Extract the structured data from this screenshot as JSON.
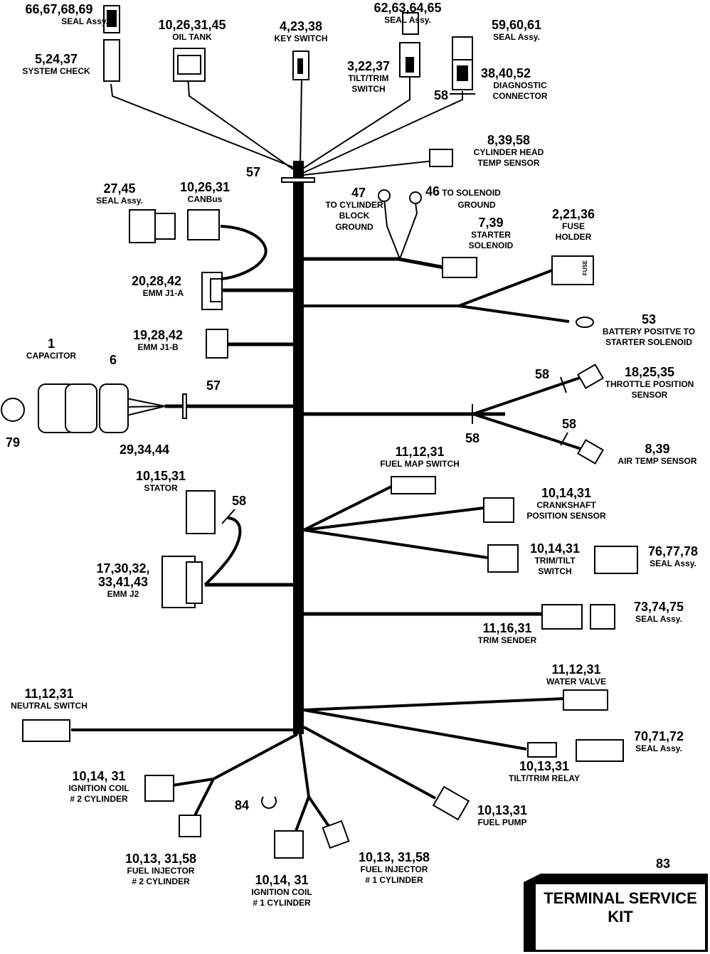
{
  "labels": {
    "seal_66": {
      "num": "66,67,68,69",
      "desc": "SEAL Assy."
    },
    "oil_tank": {
      "num": "10,26,31,45",
      "desc": "OIL TANK"
    },
    "key_switch": {
      "num": "4,23,38",
      "desc": "KEY SWITCH"
    },
    "seal_62": {
      "num": "62,63,64,65",
      "desc": "SEAL Assy."
    },
    "seal_59": {
      "num": "59,60,61",
      "desc": "SEAL Assy."
    },
    "system_check": {
      "num": "5,24,37",
      "desc": "SYSTEM CHECK"
    },
    "tilt_trim_switch_top": {
      "num": "3,22,37",
      "desc": "TILT/TRIM",
      "desc2": "SWITCH"
    },
    "diagnostic": {
      "num": "38,40,52",
      "desc": "DIAGNOSTIC",
      "desc2": "CONNECTOR"
    },
    "diag_58": "58",
    "cyl_head": {
      "num": "8,39,58",
      "desc": "CYLINDER HEAD",
      "desc2": "TEMP SENSOR"
    },
    "clip_57_top": "57",
    "cyl_block_ground": {
      "num": "47",
      "desc": "TO CYLINDER",
      "desc2": "BLOCK",
      "desc3": "GROUND"
    },
    "solenoid_ground": {
      "num": "46",
      "desc": "TO SOLENOID",
      "desc2": "GROUND"
    },
    "seal_27": {
      "num": "27,45",
      "desc": "SEAL Assy."
    },
    "canbus": {
      "num": "10,26,31",
      "desc": "CANBus"
    },
    "starter_solenoid": {
      "num": "7,39",
      "desc": "STARTER",
      "desc2": "SOLENOID"
    },
    "fuse_holder": {
      "num": "2,21,36",
      "desc": "FUSE",
      "desc2": "HOLDER"
    },
    "fuse_text": "FUSE",
    "emm_j1a": {
      "num": "20,28,42",
      "desc": "EMM J1-A"
    },
    "battery": {
      "num": "53",
      "desc": "BATTERY POSITVE TO",
      "desc2": "STARTER SOLENOID"
    },
    "emm_j1b": {
      "num": "19,28,42",
      "desc": "EMM J1-B"
    },
    "capacitor": {
      "num": "1",
      "desc": "CAPACITOR"
    },
    "cap_6": "6",
    "clip_57_mid": "57",
    "tps_58": "58",
    "tps": {
      "num": "18,25,35",
      "desc": "THROTTLE POSITION",
      "desc2": "SENSOR"
    },
    "clip_79": "79",
    "cap_29": "29,34,44",
    "branch_58": "58",
    "air_58": "58",
    "air_temp": {
      "num": "8,39",
      "desc": "AIR TEMP SENSOR"
    },
    "fuel_map": {
      "num": "11,12,31",
      "desc": "FUEL MAP SWITCH"
    },
    "stator": {
      "num": "10,15,31",
      "desc": "STATOR"
    },
    "stator_58": "58",
    "crankshaft": {
      "num": "10,14,31",
      "desc": "CRANKSHAFT",
      "desc2": "POSITION SENSOR"
    },
    "trim_tilt_switch": {
      "num": "10,14,31",
      "desc": "TRIM/TILT",
      "desc2": "SWITCH"
    },
    "seal_76": {
      "num": "76,77,78",
      "desc": "SEAL Assy."
    },
    "emm_j2": {
      "num": "17,30,32,",
      "num2": "33,41,43",
      "desc": "EMM J2"
    },
    "seal_73": {
      "num": "73,74,75",
      "desc": "SEAL Assy."
    },
    "trim_sender": {
      "num": "11,16,31",
      "desc": "TRIM SENDER"
    },
    "water_valve": {
      "num": "11,12,31",
      "desc": "WATER VALVE"
    },
    "neutral": {
      "num": "11,12,31",
      "desc": "NEUTRAL SWITCH"
    },
    "seal_70": {
      "num": "70,71,72",
      "desc": "SEAL Assy."
    },
    "tilt_trim_relay": {
      "num": "10,13,31",
      "desc": "TILT/TRIM RELAY"
    },
    "ign_coil_2": {
      "num": "10,14, 31",
      "desc": "IGNITION COIL",
      "desc2": "# 2 CYLINDER"
    },
    "clip_84": "84",
    "fuel_pump": {
      "num": "10,13,31",
      "desc": "FUEL PUMP"
    },
    "kit_num": "83",
    "inj_2": {
      "num": "10,13, 31,58",
      "desc": "FUEL INJECTOR",
      "desc2": "# 2 CYLINDER"
    },
    "inj_1": {
      "num": "10,13, 31,58",
      "desc": "FUEL INJECTOR",
      "desc2": "# 1 CYLINDER"
    },
    "ign_coil_1": {
      "num": "10,14, 31",
      "desc": "IGNITION COIL",
      "desc2": "# 1 CYLINDER"
    },
    "kit_line1": "TERMINAL SERVICE",
    "kit_line2": "KIT"
  }
}
